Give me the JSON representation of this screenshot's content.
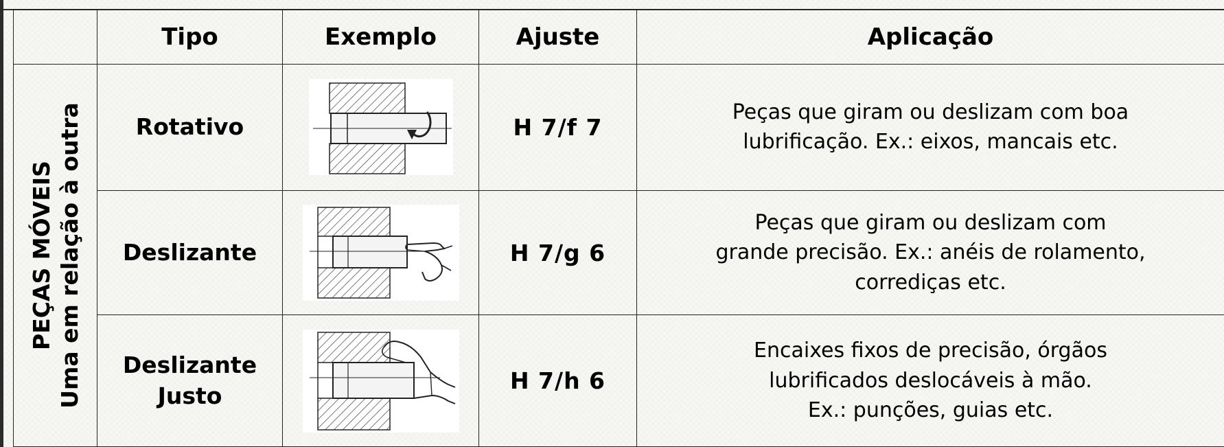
{
  "table": {
    "headers": {
      "tipo": "Tipo",
      "exemplo": "Exemplo",
      "ajuste": "Ajuste",
      "aplicacao": "Aplicação"
    },
    "side_label": {
      "line1": "PEÇAS MÓVEIS",
      "line2": "Uma em relação à outra"
    },
    "rows": [
      {
        "tipo": [
          "Rotativo"
        ],
        "example_icon": "rotating-shaft-in-hole-icon",
        "ajuste": "H 7/f 7",
        "aplicacao": [
          "Peças que giram ou deslizam com boa",
          "lubrificação. Ex.: eixos, mancais etc."
        ]
      },
      {
        "tipo": [
          "Deslizante"
        ],
        "example_icon": "finger-pushing-shaft-icon",
        "ajuste": "H 7/g 6",
        "aplicacao": [
          "Peças que giram ou deslizam com",
          "grande precisão. Ex.: anéis de rolamento,",
          "corrediças etc."
        ]
      },
      {
        "tipo": [
          "Deslizante",
          "Justo"
        ],
        "example_icon": "hand-pressing-shaft-icon",
        "ajuste": "H 7/h 6",
        "aplicacao": [
          "Encaixes fixos de precisão, órgãos",
          "lubrificados deslocáveis à mão.",
          "Ex.: punções, guias etc."
        ]
      }
    ]
  }
}
